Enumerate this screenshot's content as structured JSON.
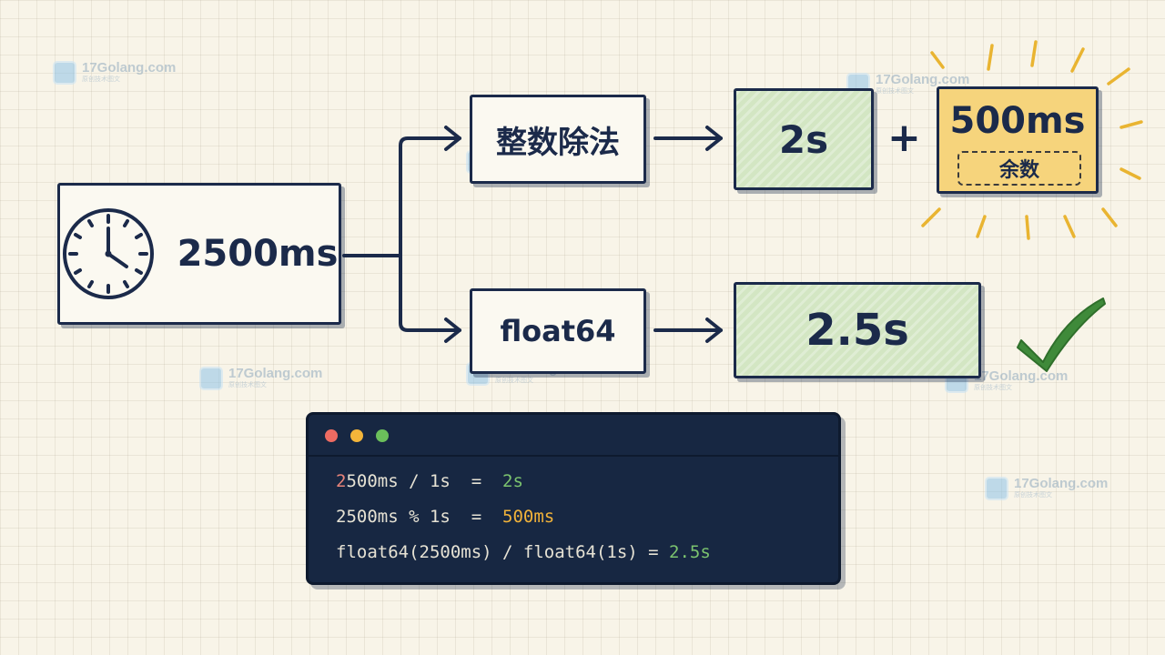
{
  "watermark": {
    "site": "17Golang.com",
    "tag": "原创技术图文"
  },
  "diagram": {
    "source": "2500ms",
    "branch_integer": "整数除法",
    "branch_float": "float64",
    "result_seconds": "2s",
    "plus": "+",
    "result_remainder": "500ms",
    "remainder_label": "余数",
    "result_float": "2.5s"
  },
  "terminal": {
    "line1": {
      "expr_head": "2",
      "expr_rest": "500ms / 1s  =  ",
      "result": "2s"
    },
    "line2": {
      "expr": "2500ms % 1s  =  ",
      "result": "500ms"
    },
    "line3": {
      "expr": "float64(2500ms) / float64(1s) = ",
      "result": "2.5s"
    }
  },
  "colors": {
    "ink": "#1b2a4a",
    "green_fill": "#d3e6c3",
    "yellow_fill": "#f6d47c",
    "terminal_bg": "#172742",
    "check": "#3f8a3a"
  },
  "icons": [
    "clock-icon",
    "arrow-icon",
    "checkmark-icon",
    "sunburst-icon"
  ]
}
